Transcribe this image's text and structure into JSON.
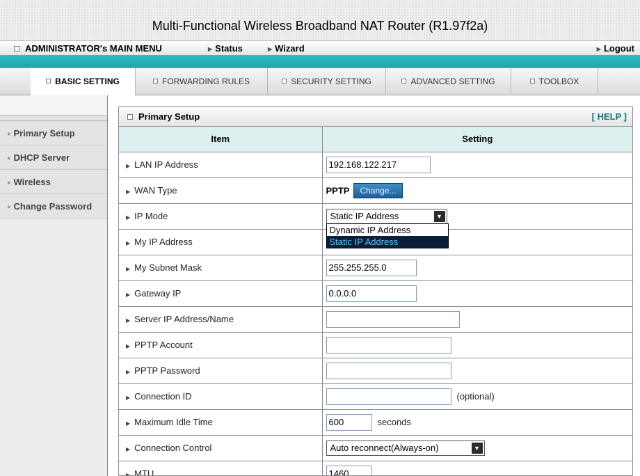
{
  "header": {
    "title": "Multi-Functional Wireless Broadband NAT Router (R1.97f2a)"
  },
  "main_menu": {
    "admin_label": "ADMINISTRATOR's MAIN MENU",
    "status_label": "Status",
    "wizard_label": "Wizard",
    "logout_label": "Logout"
  },
  "tabs": [
    {
      "label": "BASIC SETTING",
      "active": true
    },
    {
      "label": "FORWARDING RULES",
      "active": false
    },
    {
      "label": "SECURITY SETTING",
      "active": false
    },
    {
      "label": "ADVANCED SETTING",
      "active": false
    },
    {
      "label": "TOOLBOX",
      "active": false
    }
  ],
  "sidebar": {
    "items": [
      {
        "label": "Primary Setup"
      },
      {
        "label": "DHCP Server"
      },
      {
        "label": "Wireless"
      },
      {
        "label": "Change Password"
      }
    ]
  },
  "section": {
    "title": "Primary Setup",
    "help_label": "[ HELP ]"
  },
  "table": {
    "col_item": "Item",
    "col_setting": "Setting",
    "rows": {
      "lan_ip": {
        "label": "LAN IP Address",
        "value": "192.168.122.217"
      },
      "wan_type": {
        "label": "WAN Type",
        "value": "PPTP",
        "button": "Change..."
      },
      "ip_mode": {
        "label": "IP Mode",
        "selected": "Static IP Address",
        "options": [
          "Dynamic IP Address",
          "Static IP Address"
        ]
      },
      "my_ip": {
        "label": "My IP Address",
        "value": ""
      },
      "subnet": {
        "label": "My Subnet Mask",
        "value": "255.255.255.0"
      },
      "gateway": {
        "label": "Gateway IP",
        "value": "0.0.0.0"
      },
      "server": {
        "label": "Server IP Address/Name",
        "value": ""
      },
      "account": {
        "label": "PPTP Account",
        "value": ""
      },
      "password": {
        "label": "PPTP Password",
        "value": ""
      },
      "conn_id": {
        "label": "Connection ID",
        "value": "",
        "suffix": "(optional)"
      },
      "idle": {
        "label": "Maximum Idle Time",
        "value": "600",
        "suffix": "seconds"
      },
      "conn_ctrl": {
        "label": "Connection Control",
        "selected": "Auto reconnect(Always-on)"
      },
      "mtu": {
        "label": "MTU",
        "value": "1460"
      }
    }
  },
  "colors": {
    "teal_strip": "#1aa8a8",
    "header_cell": "#dcf0f0",
    "button_blue": "#1e5f9a",
    "selected_option": "#0a1e3c"
  }
}
